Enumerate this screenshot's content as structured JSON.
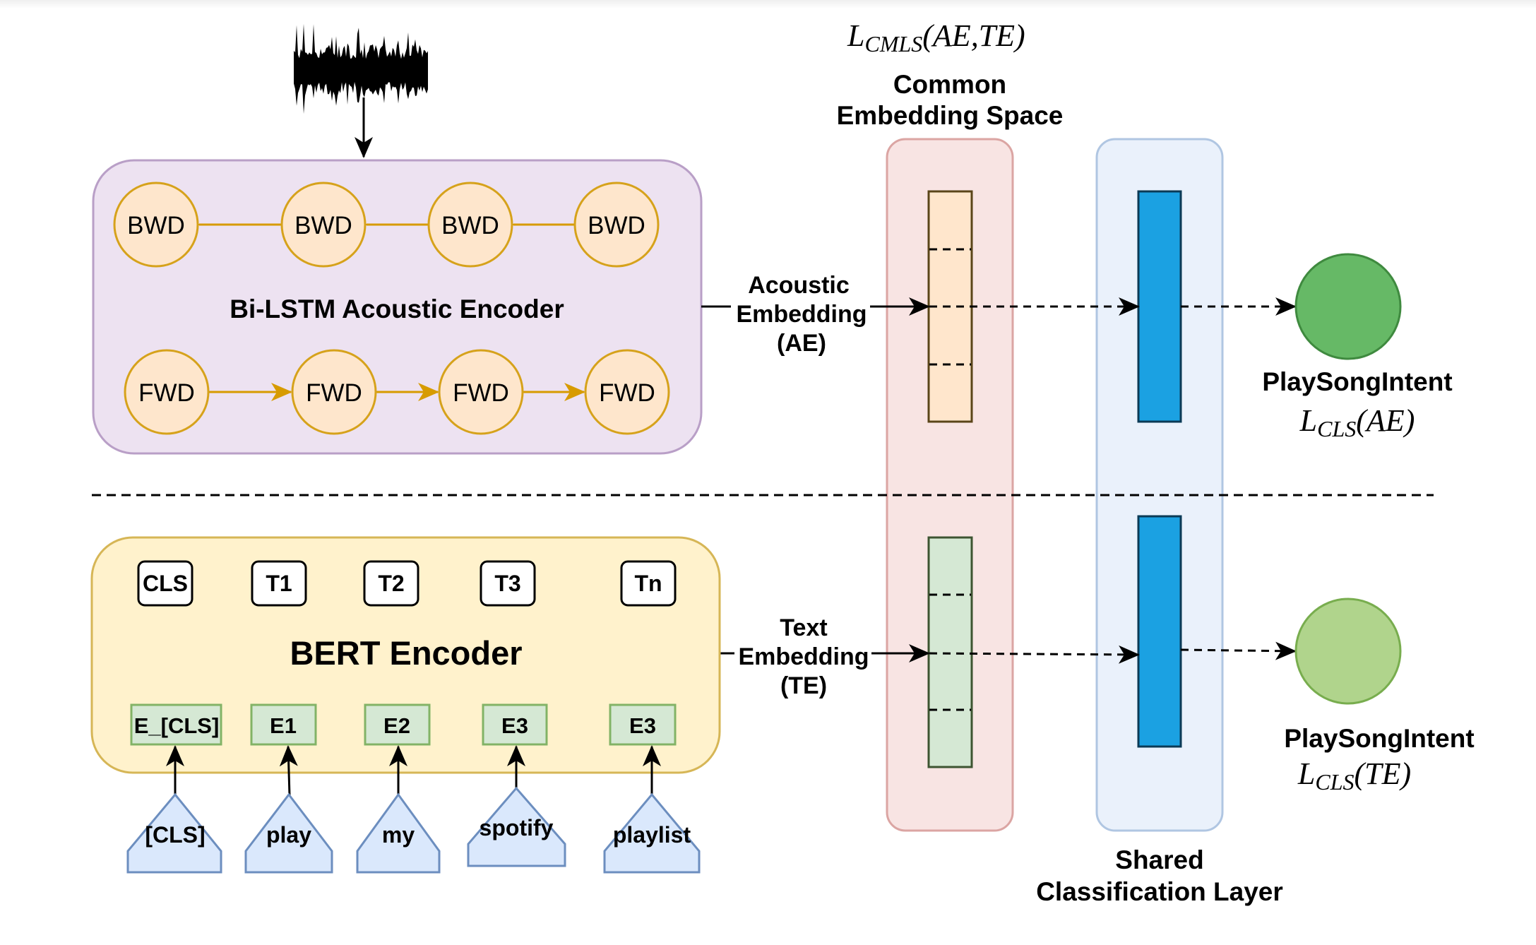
{
  "title_loss": {
    "main": "L",
    "sub": "CMLS",
    "args": "(AE,TE)"
  },
  "common_space": {
    "line1": "Common",
    "line2": "Embedding Space"
  },
  "acoustic_encoder": {
    "title": "Bi-LSTM Acoustic Encoder",
    "backward_cells": [
      "BWD",
      "BWD",
      "BWD",
      "BWD"
    ],
    "forward_cells": [
      "FWD",
      "FWD",
      "FWD",
      "FWD"
    ]
  },
  "acoustic_embedding": {
    "line1": "Acoustic",
    "line2": "Embedding",
    "line3": "(AE)"
  },
  "text_encoder": {
    "title": "BERT Encoder",
    "outputs": [
      "CLS",
      "T1",
      "T2",
      "T3",
      "Tn"
    ],
    "embeddings": [
      "E_[CLS]",
      "E1",
      "E2",
      "E3",
      "E3"
    ],
    "tokens": [
      "[CLS]",
      "play",
      "my",
      "spotify",
      "playlist"
    ]
  },
  "text_embedding": {
    "line1": "Text",
    "line2": "Embedding",
    "line3": "(TE)"
  },
  "classifier": {
    "line1": "Shared",
    "line2": "Classification Layer"
  },
  "output_ae": {
    "label": "PlaySongIntent",
    "loss_main": "L",
    "loss_sub": "CLS",
    "loss_args": "(AE)"
  },
  "output_te": {
    "label": "PlaySongIntent",
    "loss_main": "L",
    "loss_sub": "CLS",
    "loss_args": "(TE)"
  },
  "colors": {
    "lstm_box_fill": "#ede2f1",
    "lstm_box_stroke": "#b99fc7",
    "cell_fill": "#fee6cc",
    "cell_stroke": "#d6a21b",
    "arrow_gold": "#d79b00",
    "bert_box_fill": "#fff2cc",
    "bert_box_stroke": "#d6b656",
    "emb_fill": "#d5e8d4",
    "emb_stroke": "#82b366",
    "token_fill": "#dae8fc",
    "token_stroke": "#6c8ebf",
    "pink_col_fill": "#f8e4e3",
    "pink_col_stroke": "#dba5a3",
    "blue_col_fill": "#eaf1fb",
    "blue_col_stroke": "#b0c6e2",
    "ae_fill": "#ffe6cc",
    "ae_stroke": "#5a4518",
    "te_fill": "#d5e8d4",
    "te_stroke": "#3d5431",
    "cls_bar_fill": "#1ba1e2",
    "cls_bar_stroke": "#0b3a56",
    "out_ae_fill": "#66b966",
    "out_ae_stroke": "#3f8a3f",
    "out_te_fill": "#b0d48c",
    "out_te_stroke": "#78ad4e"
  }
}
